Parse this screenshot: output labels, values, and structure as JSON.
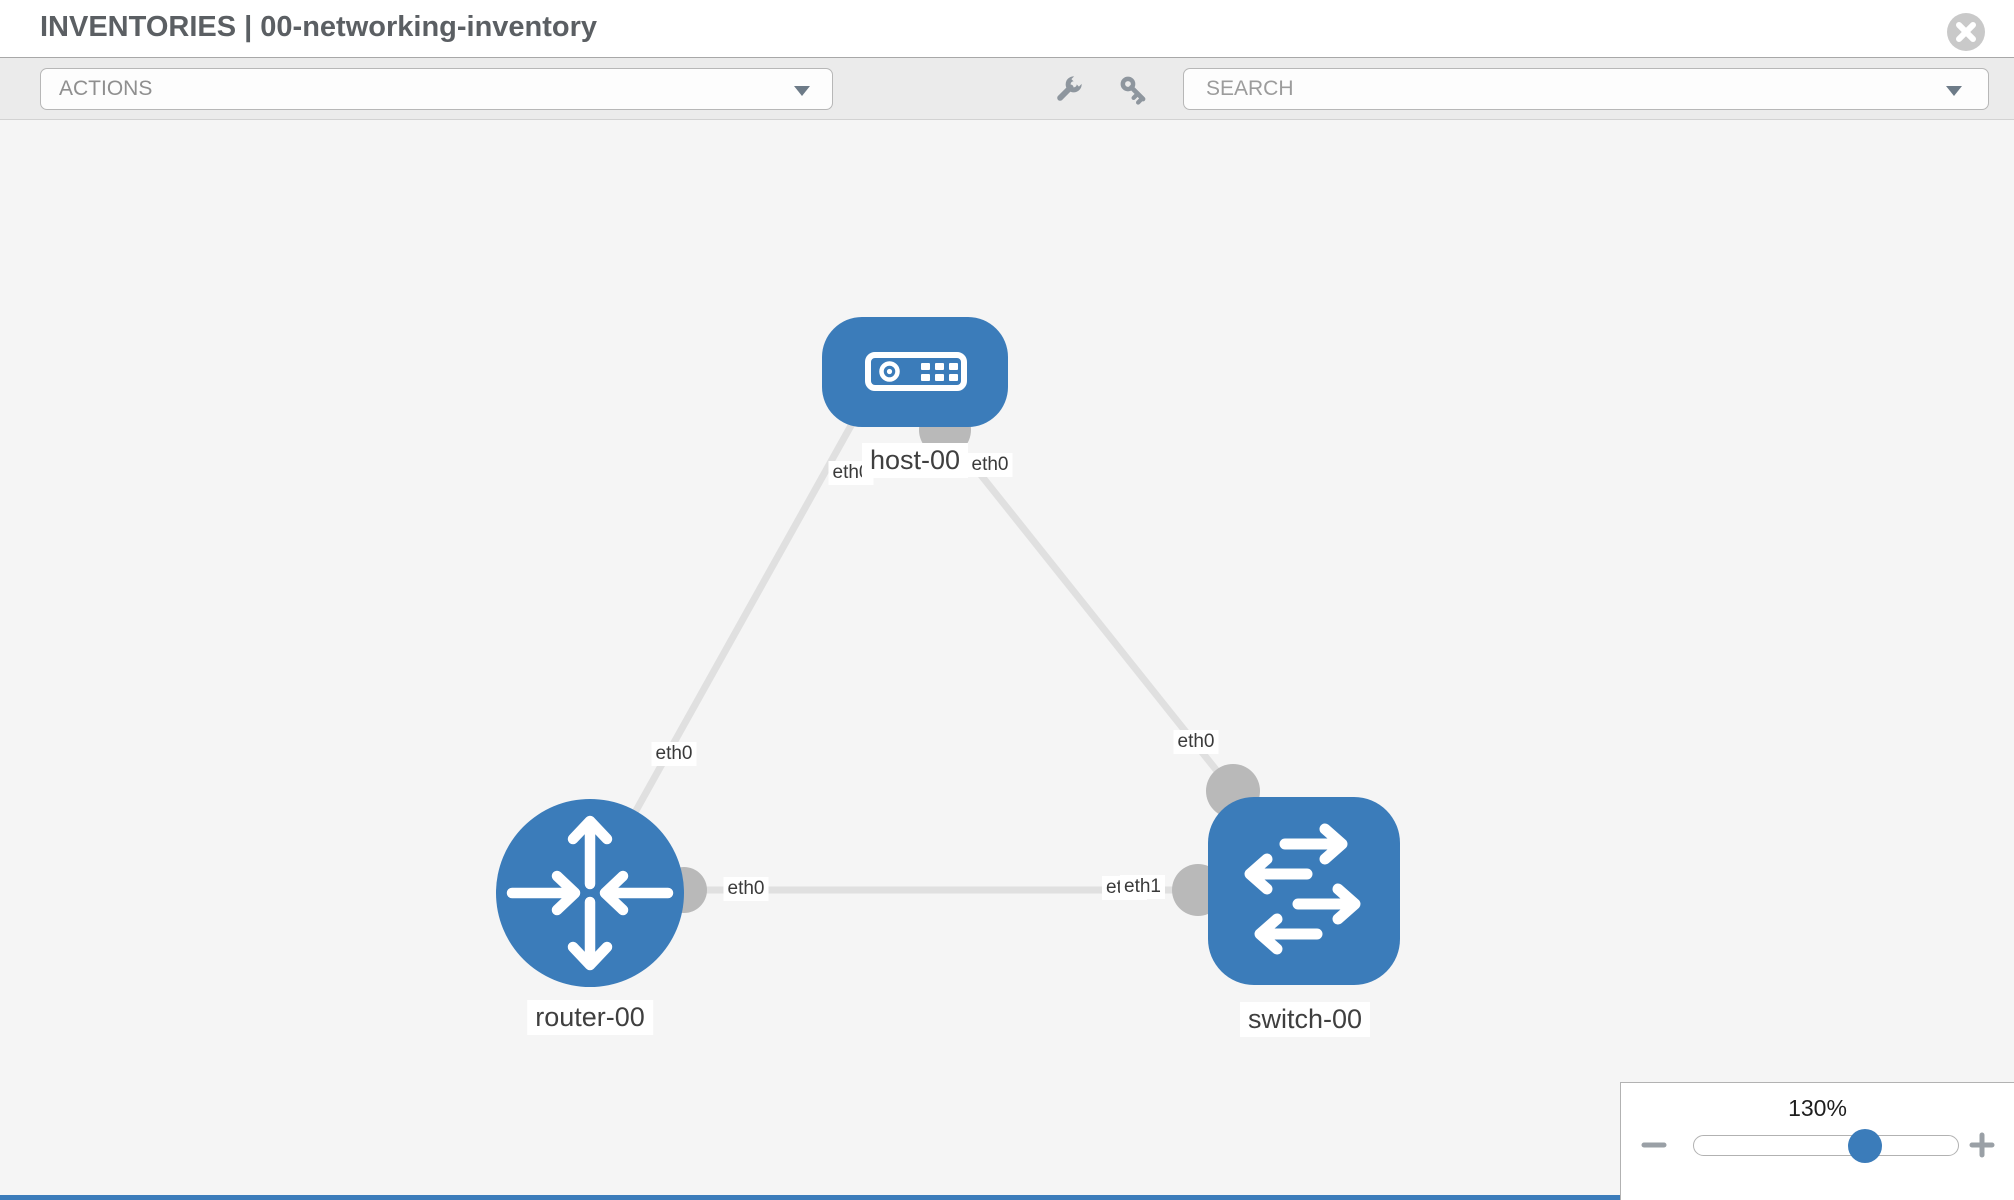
{
  "header": {
    "title": "INVENTORIES | 00-networking-inventory"
  },
  "toolbar": {
    "actions_label": "ACTIONS",
    "search_placeholder": "SEARCH"
  },
  "diagram": {
    "nodes": [
      {
        "label": "host-00",
        "type": "host"
      },
      {
        "label": "router-00",
        "type": "router"
      },
      {
        "label": "switch-00",
        "type": "switch"
      }
    ],
    "links": [
      {
        "from": "host-00",
        "from_if": "eth0",
        "to": "router-00",
        "to_if": "eth0"
      },
      {
        "from": "host-00",
        "from_if": "eth0",
        "to": "switch-00",
        "to_if": "eth0"
      },
      {
        "from": "router-00",
        "from_if": "eth0",
        "to": "switch-00",
        "to_if": "eth1"
      }
    ],
    "occluded_label": "eth0"
  },
  "zoom_control": {
    "level": "130%"
  },
  "colors": {
    "node_blue": "#3b7cba",
    "link_gray": "#e0e0e0",
    "connector_gray": "#b9b9b9",
    "canvas_bg": "#f5f5f5",
    "toolbar_bg": "#ebebeb"
  }
}
